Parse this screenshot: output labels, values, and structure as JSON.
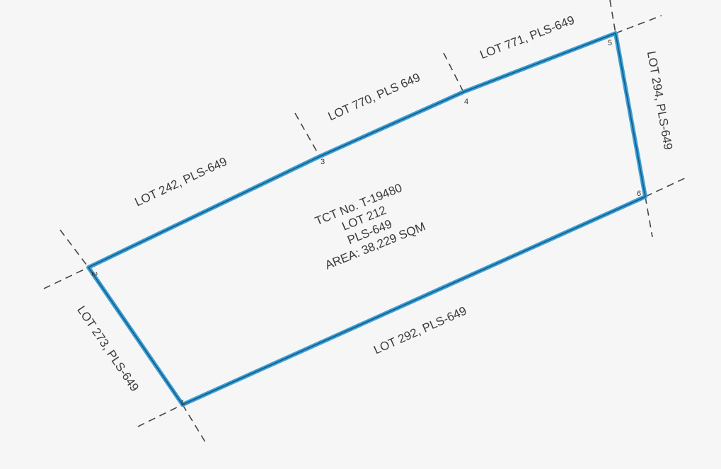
{
  "lot": {
    "title_line1": "TCT No. T-19480",
    "title_line2": "LOT 212",
    "title_line3": "PLS-649",
    "title_line4": "AREA: 38,229 SQM"
  },
  "adjoining": {
    "north_west": "LOT 242, PLS-649",
    "north_mid": "LOT 770, PLS 649",
    "north_east": "LOT 771, PLS-649",
    "east": "LOT 294, PLS-649",
    "south": "LOT 292, PLS-649",
    "west": "LOT 273, PLS-649"
  },
  "corners": [
    "1",
    "2",
    "3",
    "4",
    "5",
    "6"
  ],
  "colors": {
    "boundary": "#3aa0d8",
    "boundary_core": "#1a5e86",
    "dash": "#444444"
  }
}
